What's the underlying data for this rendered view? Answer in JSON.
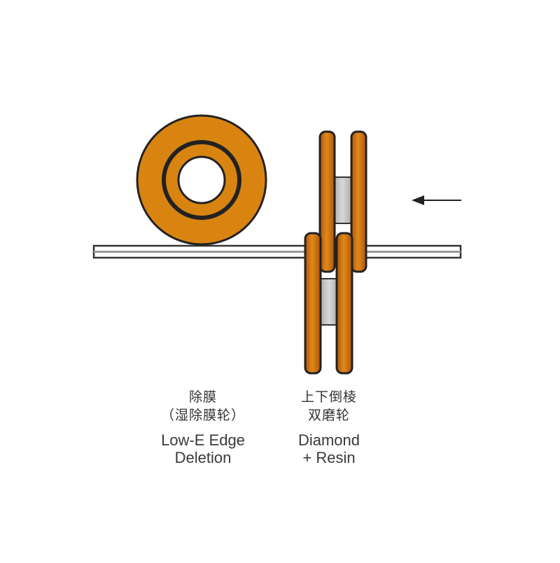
{
  "colors": {
    "wheel_fill": "#d98410",
    "wheel_stroke": "#222222",
    "hub_fill": "#b0b0b0",
    "glass_fill": "#ffffff",
    "glass_stroke": "#333333",
    "arrow": "#222222"
  },
  "icons": {
    "direction": "arrow-left-icon"
  },
  "left_label": {
    "zh_line1": "除膜",
    "zh_line2": "（湿除膜轮）",
    "en_line1": "Low-E Edge",
    "en_line2": "Deletion"
  },
  "right_label": {
    "zh_line1": "上下倒棱",
    "zh_line2": "双磨轮",
    "en_line1": "Diamond",
    "en_line2": "+ Resin"
  }
}
